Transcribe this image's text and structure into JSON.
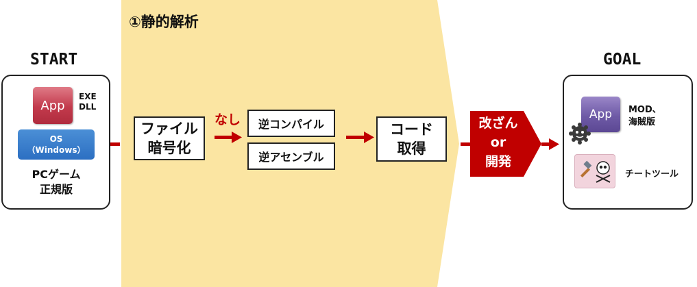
{
  "phase": {
    "title": "①静的解析"
  },
  "start": {
    "label": "START",
    "app_icon": "App",
    "exe": "EXE",
    "dll": "DLL",
    "os_line1": "OS",
    "os_line2": "（Windows）",
    "pc_line1": "PCゲーム",
    "pc_line2": "正規版"
  },
  "steps": {
    "encryption_line1": "ファイル",
    "encryption_line2": "暗号化",
    "none_label": "なし",
    "decompile": "逆コンパイル",
    "disassemble": "逆アセンブル",
    "code_line1": "コード",
    "code_line2": "取得",
    "modify_line1": "改ざん",
    "modify_line2": "or",
    "modify_line3": "開発"
  },
  "goal": {
    "label": "GOAL",
    "app_icon": "App",
    "mod_line1": "MOD、",
    "mod_line2": "海賊版",
    "cheat_tool": "チートツール"
  },
  "colors": {
    "phase_bg": "#fbe5a2",
    "arrow_red": "#c00000",
    "modify_fill": "#c00000"
  }
}
